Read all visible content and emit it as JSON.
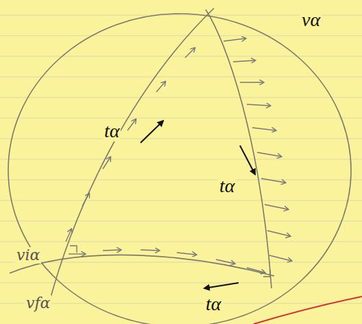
{
  "diagram": {
    "labels": [
      "tα",
      "vα",
      "tα",
      "viα",
      "tα",
      "vfα"
    ]
  }
}
